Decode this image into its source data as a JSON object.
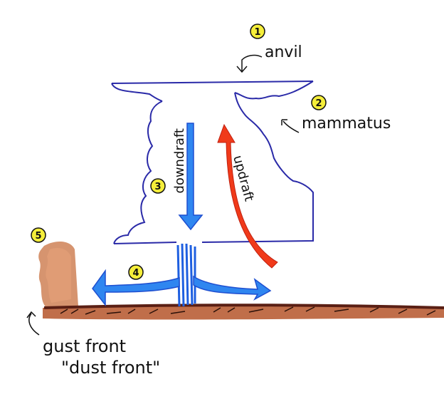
{
  "title": "Thunderstorm features",
  "colors": {
    "cloud_outline": "#2a2aa8",
    "downdraft": "#1e6fe0",
    "updraft": "#f03a1a",
    "dust": "#b5552a",
    "ground": "#5a1f14",
    "marker_fill": "#f5ee3a",
    "ink": "#111111"
  },
  "labels": {
    "anvil": {
      "number": "1",
      "text": "anvil"
    },
    "mammatus": {
      "number": "2",
      "text": "mammatus"
    },
    "downdraft": {
      "number": "3",
      "text": "downdraft"
    },
    "updraft": {
      "text": "updraft"
    },
    "outflow": {
      "number": "4"
    },
    "gust_front": {
      "number": "5",
      "line1": "gust front",
      "line2": "\"dust front\""
    }
  }
}
